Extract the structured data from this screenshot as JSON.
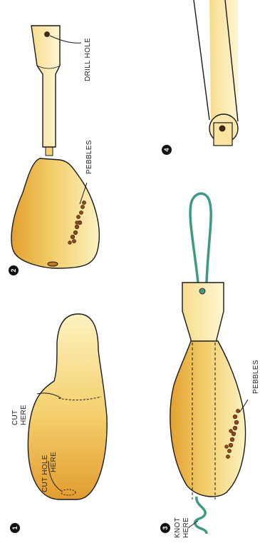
{
  "steps": [
    {
      "number": "1",
      "labels": [
        "CUT",
        "HERE",
        "CUT HOLE",
        "HERE"
      ]
    },
    {
      "number": "2",
      "labels": [
        "DRILL HOLE",
        "PEBBLES"
      ]
    },
    {
      "number": "3",
      "labels": [
        "KNOT",
        "HERE",
        "PEBBLES"
      ]
    },
    {
      "number": "4",
      "labels": []
    }
  ],
  "colors": {
    "gourd_light": "#fdf0b8",
    "gourd_dark": "#e6a336",
    "wood": "#fae7a6",
    "cord": "#3d9a85",
    "pebble": "#8a4a20",
    "outline": "#1a1a1a"
  }
}
